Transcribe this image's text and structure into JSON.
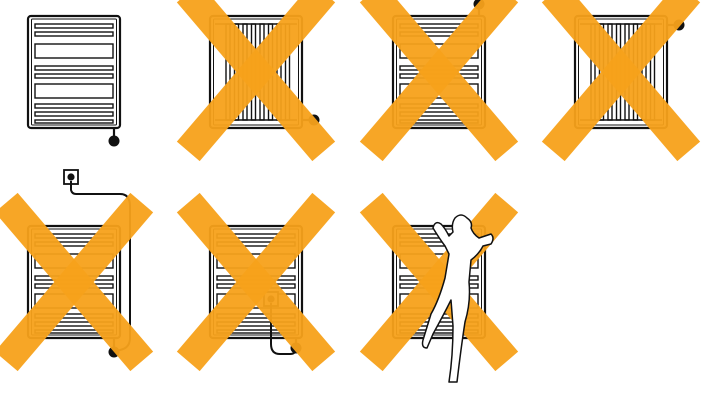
{
  "colors": {
    "background": "#ffffff",
    "stroke": "#111111",
    "cross": "#f7a21b",
    "knob": "#111111",
    "socket_dot": "#111111",
    "person_fill": "#ffffff"
  },
  "panels": [
    {
      "name": "allowed-horizontal-bar-radiator-bottom-right-connection",
      "permitted": true,
      "radiator_style": "horizontal-bars",
      "element_position": "bottom-right",
      "power_source": "none",
      "extra": "none"
    },
    {
      "name": "prohibited-vertical-bar-radiator-side-connection",
      "permitted": false,
      "radiator_style": "vertical-bars",
      "element_position": "right-side-low",
      "power_source": "none",
      "extra": "none"
    },
    {
      "name": "prohibited-horizontal-bar-radiator-top-connection",
      "permitted": false,
      "radiator_style": "horizontal-bars",
      "element_position": "top-right",
      "power_source": "none",
      "extra": "none"
    },
    {
      "name": "prohibited-vertical-bar-radiator-top-side-connection",
      "permitted": false,
      "radiator_style": "vertical-bars",
      "element_position": "right-side-high",
      "power_source": "none",
      "extra": "none"
    },
    {
      "name": "prohibited-socket-above-radiator",
      "permitted": false,
      "radiator_style": "horizontal-bars",
      "element_position": "bottom-right",
      "power_source": "socket-above",
      "extra": "none"
    },
    {
      "name": "prohibited-socket-behind-radiator",
      "permitted": false,
      "radiator_style": "horizontal-bars",
      "element_position": "bottom-right",
      "power_source": "socket-behind",
      "extra": "none"
    },
    {
      "name": "prohibited-climbing-on-radiator",
      "permitted": false,
      "radiator_style": "horizontal-bars",
      "element_position": "none",
      "power_source": "none",
      "extra": "person-climbing"
    }
  ]
}
